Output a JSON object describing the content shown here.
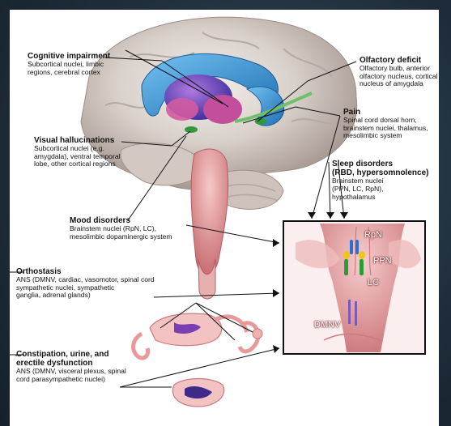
{
  "labels": {
    "cognitive": {
      "title": "Cognitive impairment",
      "desc": [
        "Subcortical nuclei, limbic",
        "regions, cerebral cortex"
      ]
    },
    "olfactory": {
      "title": "Olfactory deficit",
      "desc": [
        "Olfactory bulb, anterior",
        "olfactory nucleus, cortical",
        "nucleus of amygdala"
      ]
    },
    "pain": {
      "title": "Pain",
      "desc": [
        "Spinal cord dorsal horn,",
        "brainstem nuclei, thalamus,",
        "mesolimbic system"
      ]
    },
    "visual": {
      "title": "Visual hallucinations",
      "desc": [
        "Subcortical nuclei (e.g.",
        "amygdala), ventral temporal",
        "lobe, other cortical regions"
      ]
    },
    "sleep": {
      "title": [
        "Sleep disorders",
        "(RBD, hypersomnolence)"
      ],
      "desc": [
        "Brainstem nuclei",
        "(PPN, LC, RpN),",
        "hypothalamus"
      ]
    },
    "mood": {
      "title": "Mood disorders",
      "desc": [
        "Brainstem nuclei (RpN, LC),",
        "mesolimbic dopaminergic system"
      ]
    },
    "orthostasis": {
      "title": "Orthostasis",
      "desc": [
        "ANS (DMNV, cardiac, vasomotor, spinal cord",
        "sympathetic nuclei, sympathetic",
        "ganglia, adrenal glands)"
      ]
    },
    "constipation": {
      "title": [
        "Constipation, urine, and",
        "erectile dysfunction"
      ],
      "desc": [
        "ANS (DMNV, visceral plexus, spinal",
        "cord parasympathetic nuclei)"
      ]
    }
  },
  "inset": {
    "rpn": "RpN",
    "ppn": "PPN",
    "lc": "LC",
    "dmnv": "DMNV"
  },
  "colors": {
    "brain": "#d9d4d0",
    "ventricle": "#3a8fd0",
    "nucleus": "#7b3fb0",
    "brainstem": "#e8a8a8",
    "spinal": "#f2b8b8"
  }
}
